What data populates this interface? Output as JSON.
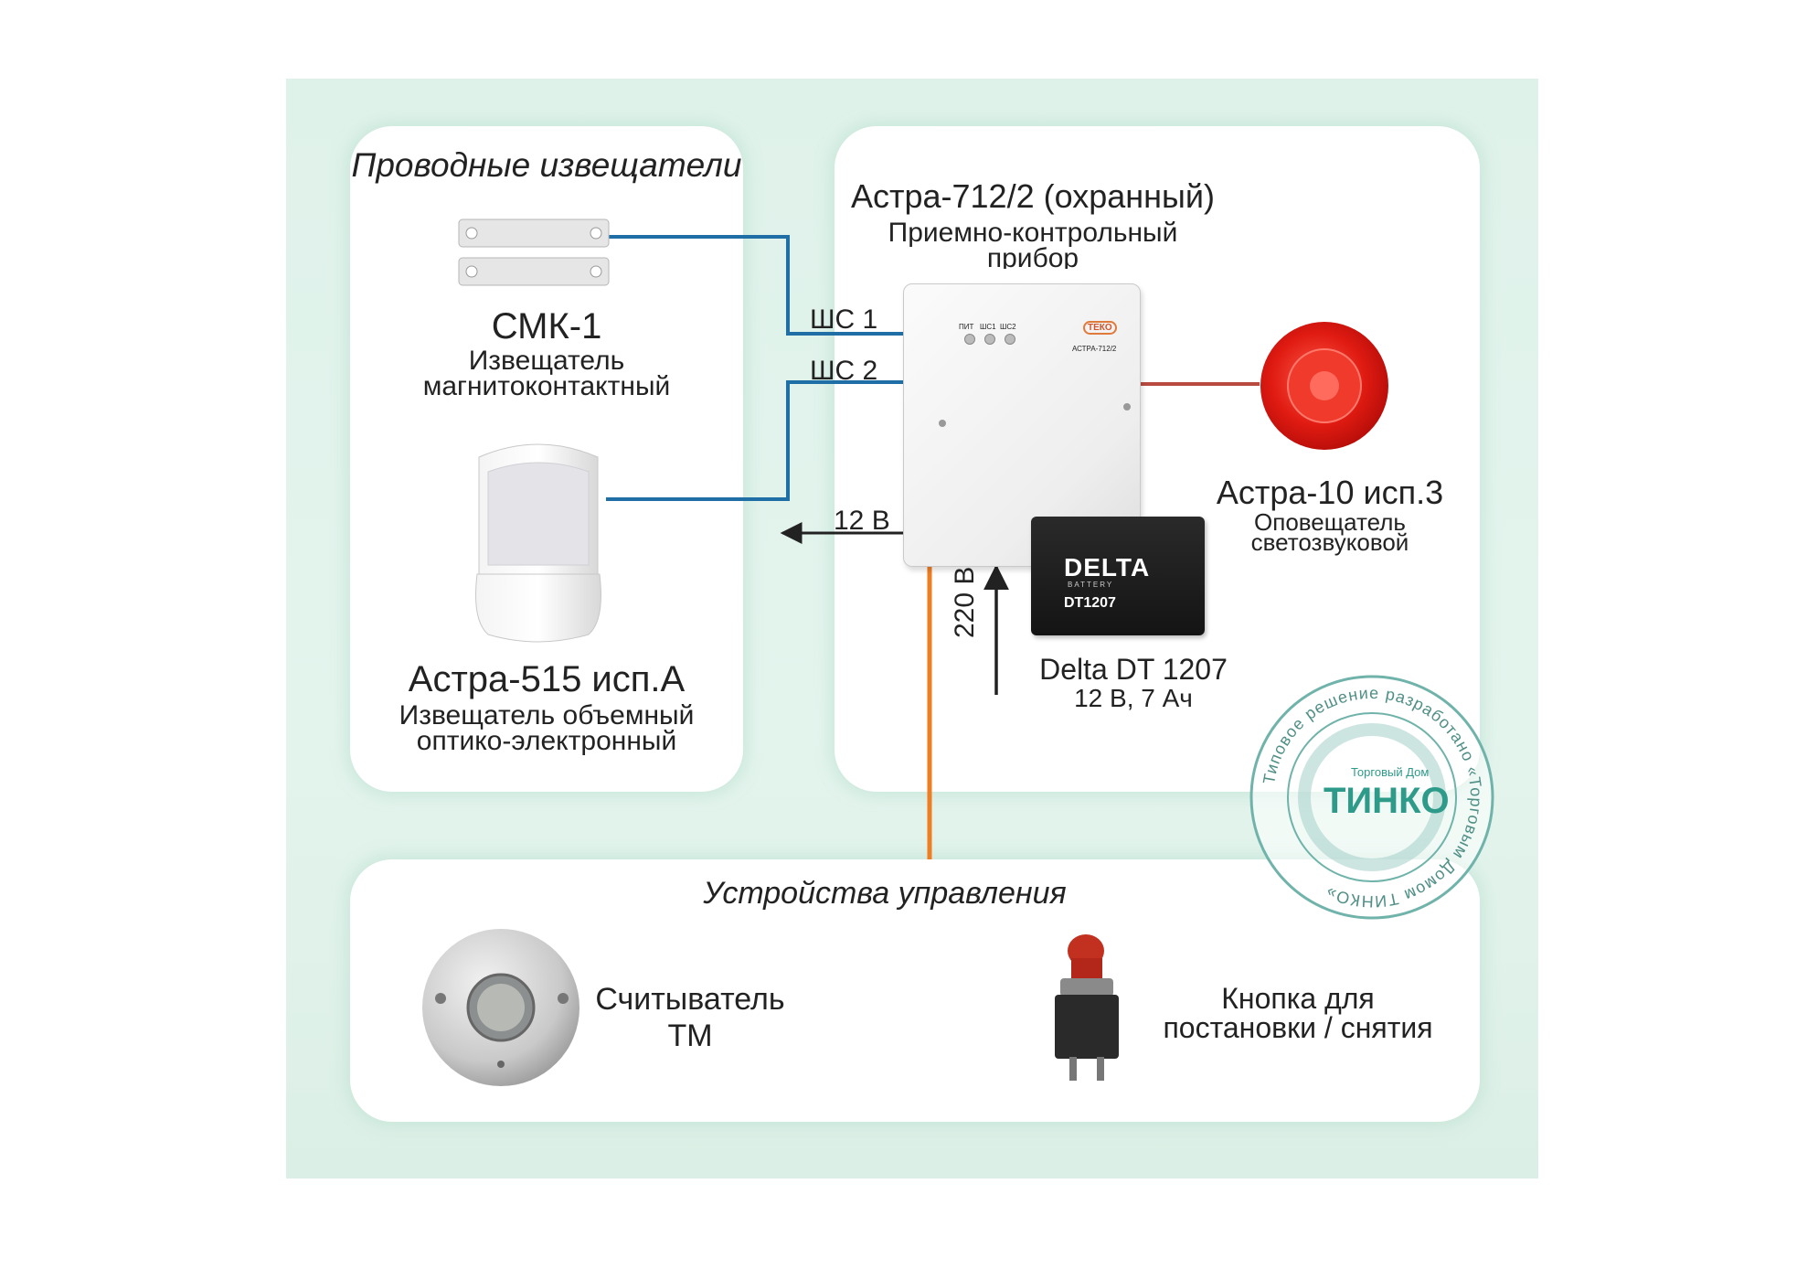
{
  "sensors_panel": {
    "title": "Проводные извещатели"
  },
  "smk": {
    "name": "СМК-1",
    "desc_line1": "Извещатель",
    "desc_line2": "магнитоконтактный"
  },
  "astra515": {
    "name": "Астра-515 исп.А",
    "desc_line1": "Извещатель объемный",
    "desc_line2": "оптико-электронный"
  },
  "panel_device": {
    "name": "Астра-712/2 (охранный)",
    "desc_line1": "Приемно-контрольный",
    "desc_line2": "прибор",
    "box_label": "АСТРА-712/2",
    "led_labels": [
      "ПИТ",
      "ШС1",
      "ШС2"
    ],
    "logo": "ТЕКО"
  },
  "wires": {
    "shs1": "ШС 1",
    "shs2": "ШС 2",
    "out12": "12 В",
    "in220": "220 В"
  },
  "siren": {
    "name": "Астра-10 исп.3",
    "desc_line1": "Оповещатель",
    "desc_line2": "светозвуковой"
  },
  "battery": {
    "name": "Delta DT 1207",
    "spec": "12 В, 7 Ач",
    "brand": "DELTA",
    "brand_sub": "BATTERY",
    "model": "DT1207"
  },
  "controls_panel": {
    "title": "Устройства управления"
  },
  "reader": {
    "line1": "Считыватель",
    "line2": "ТМ"
  },
  "button": {
    "line1": "Кнопка для",
    "line2": "постановки / снятия"
  },
  "stamp": {
    "ring_text": "Типовое решение разработано «Торговым Домом ТИНКО»",
    "brand": "ТИНКО",
    "brand_small": "Торговый Дом"
  },
  "colors": {
    "wire_blue": "#1f6fa6",
    "wire_red": "#b84a40",
    "wire_orange": "#ef7d22",
    "stamp": "#6fb3aa"
  }
}
